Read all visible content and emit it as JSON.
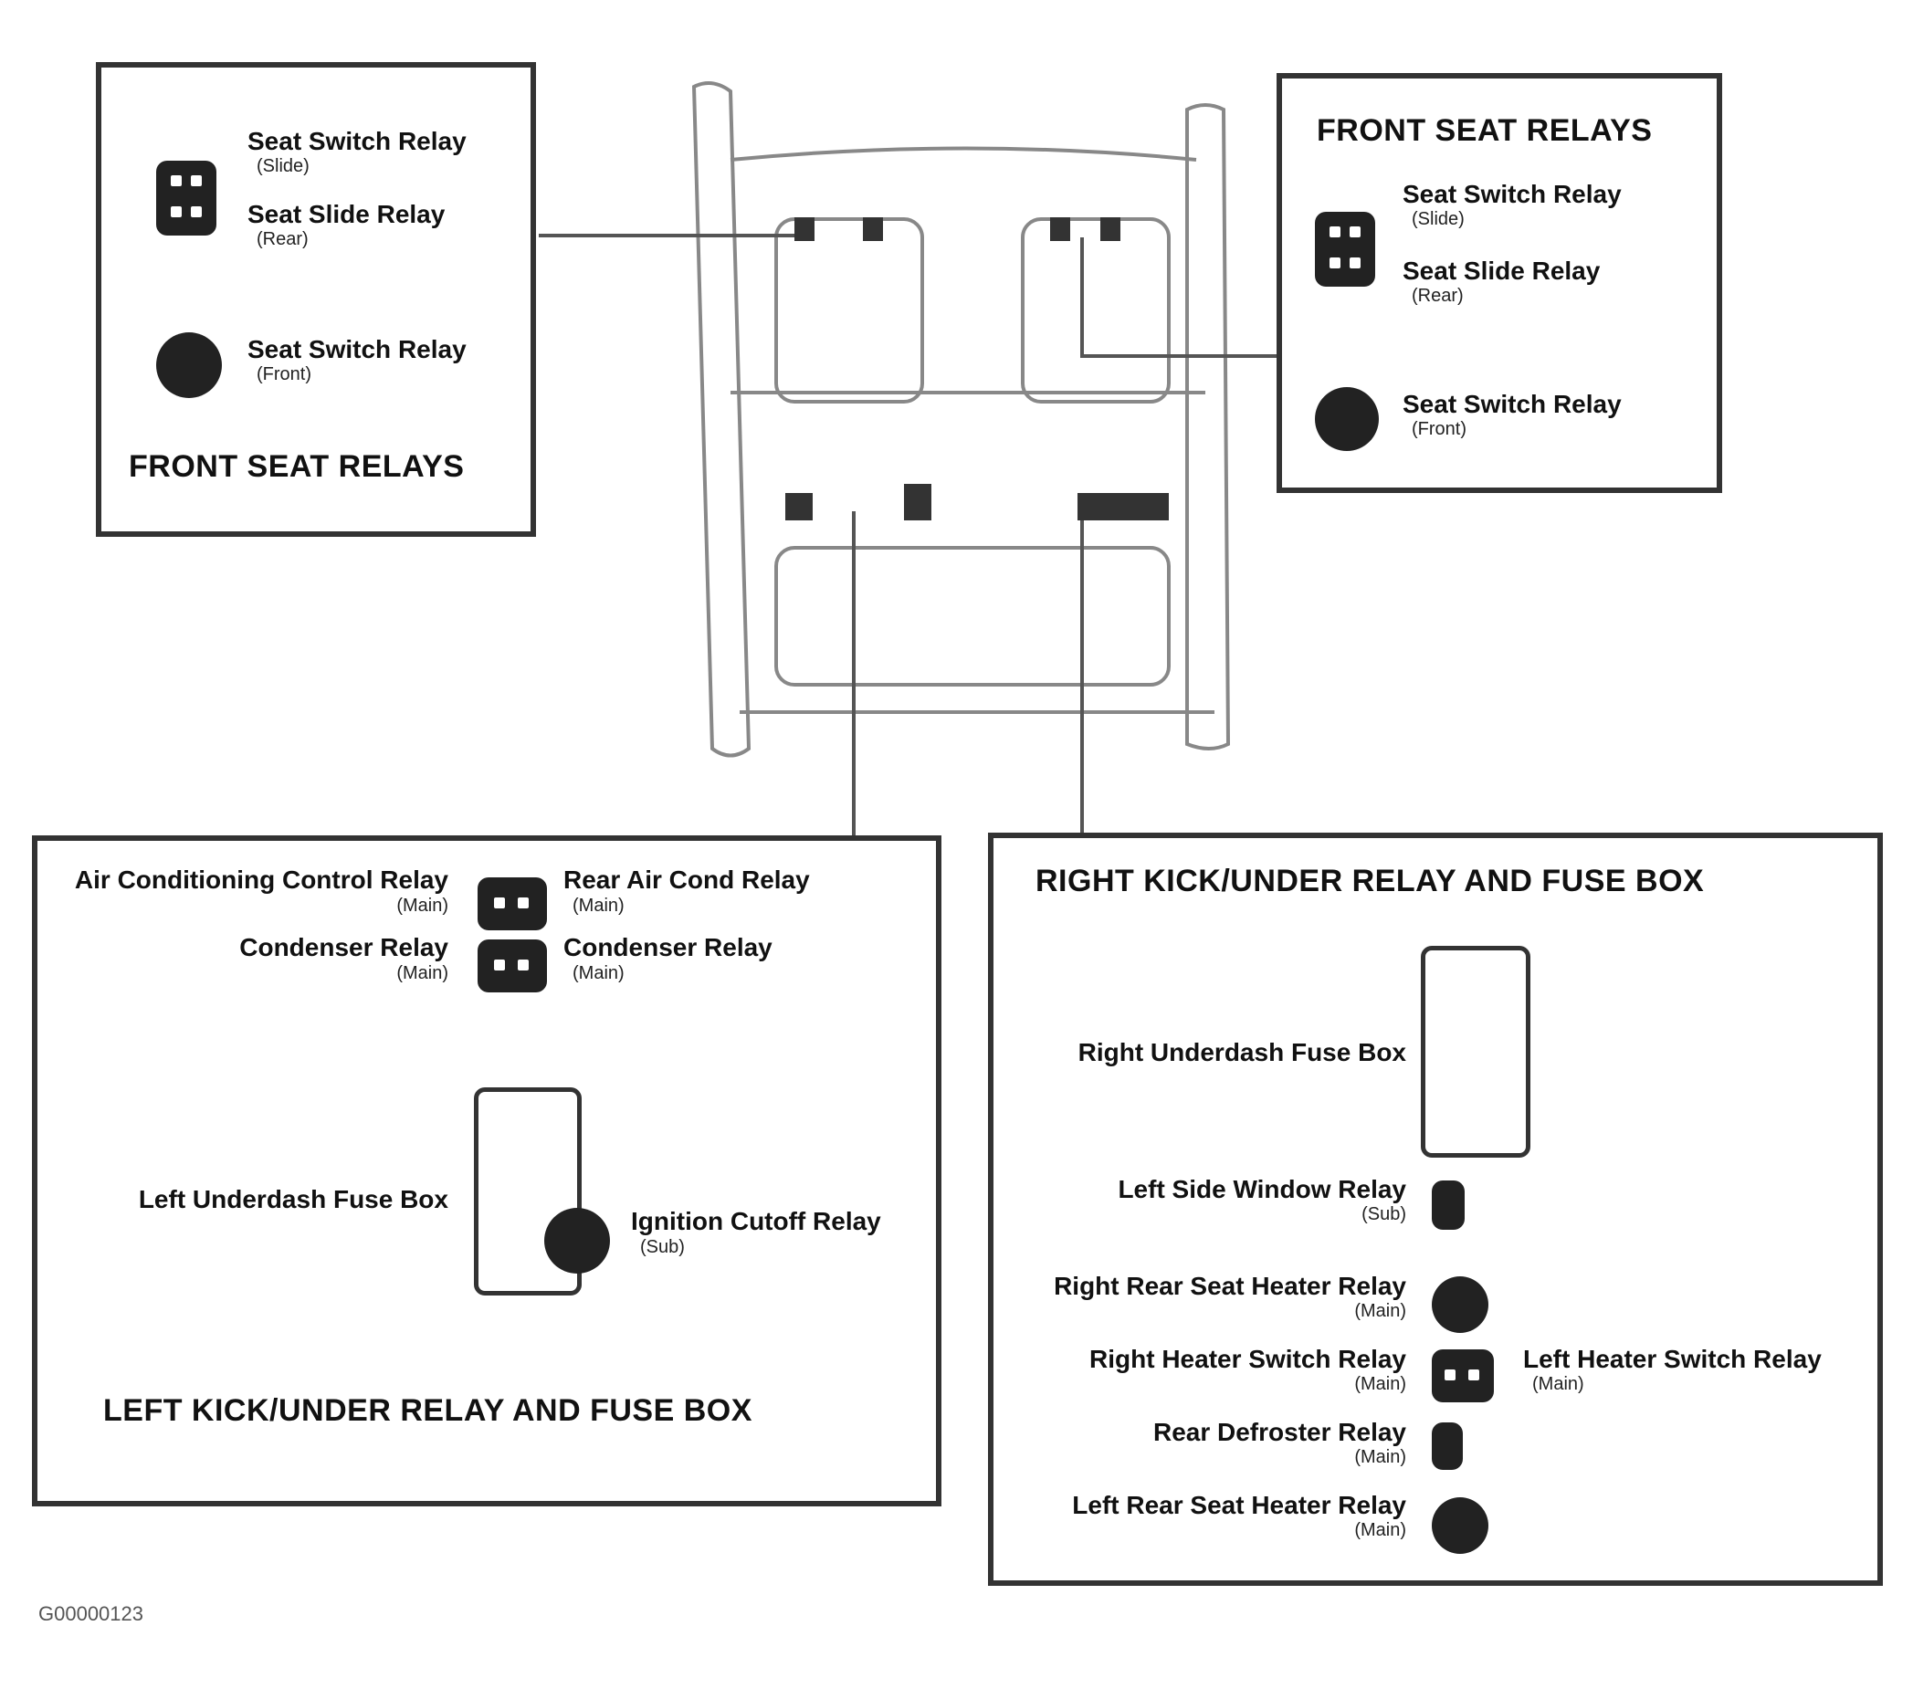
{
  "figure_id": "G00000123",
  "boxes": {
    "front_seat_left": {
      "title": "FRONT SEAT RELAYS",
      "items": [
        {
          "label": "Seat Switch Relay",
          "sub": "(Slide)"
        },
        {
          "label": "Seat Slide Relay",
          "sub": "(Rear)"
        },
        {
          "label": "Seat Switch Relay",
          "sub": "(Front)"
        }
      ]
    },
    "front_seat_right": {
      "title": "FRONT SEAT RELAYS",
      "items": [
        {
          "label": "Seat Switch Relay",
          "sub": "(Slide)"
        },
        {
          "label": "Seat Slide Relay",
          "sub": "(Rear)"
        },
        {
          "label": "Seat Switch Relay",
          "sub": "(Front)"
        }
      ]
    },
    "left_kick": {
      "title": "LEFT KICK/UNDER RELAY AND FUSE BOX",
      "top_left": [
        {
          "label": "Air Conditioning Control Relay",
          "sub": "(Main)"
        },
        {
          "label": "Condenser Relay",
          "sub": "(Main)"
        }
      ],
      "top_right": [
        {
          "label": "Rear Air Cond Relay",
          "sub": "(Main)"
        },
        {
          "label": "Condenser Relay",
          "sub": "(Main)"
        }
      ],
      "fuse_label": "Left Underdash Fuse Box",
      "relay_label": "Ignition Cutoff Relay",
      "relay_sub": "(Sub)"
    },
    "right_kick": {
      "title": "RIGHT KICK/UNDER RELAY AND FUSE BOX",
      "fuse_label": "Right Underdash Fuse Box",
      "relays": [
        {
          "label": "Left Side Window Relay",
          "sub": "(Sub)"
        },
        {
          "label": "Right Rear Seat Heater Relay",
          "sub": "(Main)"
        },
        {
          "label": "Right Heater Switch Relay",
          "sub": "(Main)"
        },
        {
          "label": "Rear Defroster Relay",
          "sub": "(Main)"
        },
        {
          "label": "Left Rear Seat Heater Relay",
          "sub": "(Main)"
        }
      ],
      "right_label": "Left Heater Switch Relay",
      "right_sub": "(Main)"
    }
  }
}
